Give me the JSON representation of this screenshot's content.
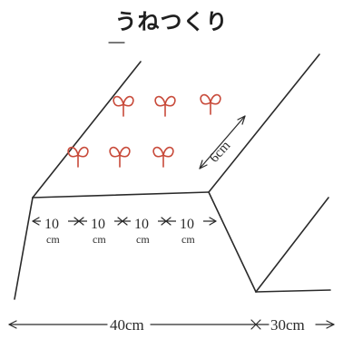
{
  "title": "うねつくり",
  "measurements": {
    "segment_value": "10",
    "segment_unit": "cm",
    "depth_label": "6cm",
    "width_label": "40cm",
    "gap_label": "30cm"
  },
  "colors": {
    "ink": "#2a2a2a",
    "sprout": "#c84a3a"
  },
  "sprout_rows": [
    3,
    3
  ]
}
